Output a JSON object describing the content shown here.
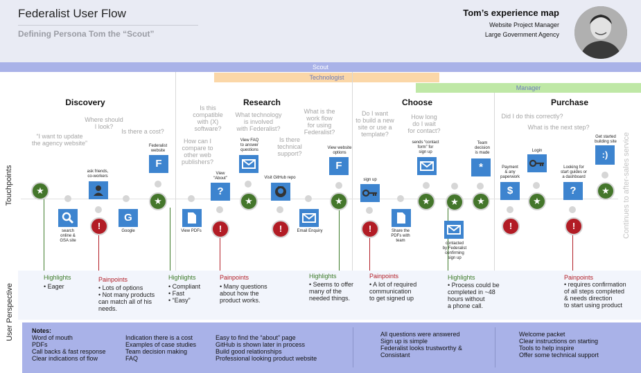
{
  "header": {
    "title": "Federalist User Flow",
    "subtitle": "Defining Persona Tom the “Scout”",
    "persona_name": "Tom’s experience map",
    "persona_role": "Website Project Manager",
    "persona_org": "Large Government Agency"
  },
  "bands": {
    "scout": "Scout",
    "technologist": "Technologist",
    "manager": "Manager"
  },
  "stages": {
    "discovery": "Discovery",
    "research": "Research",
    "choose": "Choose",
    "purchase": "Purchase"
  },
  "side_labels": {
    "touchpoints": "Touchpoints",
    "user_perspective": "User Perspective",
    "after_sales": "Continues to after-sales service"
  },
  "questions": {
    "update_website": "“I want to update\nthe agency website”",
    "where_look": "Where should\nI look?",
    "is_cost": "Is there a cost?",
    "compatible": "Is this\ncompatible\nwith (X)\nsoftware?",
    "compare": "How can I\ncompare to\nother web\npublishers?",
    "what_tech": "What technology\nis involved\nwith Federalist?",
    "tech_support": "Is there\ntechnical\nsupport?",
    "work_flow": "What is the\nwork flow\nfor using\nFederalist?",
    "build_new": "Do I want\nto build a new\nsite or use a\ntemplate?",
    "how_long": "How long\ndo I wait\nfor contact?",
    "did_correctly": "Did I do this correctly?",
    "next_step": "What is the next step?"
  },
  "touch_labels": {
    "search": "search\nonline &\nGSA site",
    "ask": "ask friends,\nco-workers",
    "google": "Google",
    "fed_site": "Federalist\nwebsite",
    "view_pdfs": "View PDFs",
    "view_about": "View\n“About”",
    "view_faq": "View FAQ\nto answer\nquestions",
    "github": "Visit GitHub repo",
    "email": "Email Enquiry",
    "web_options": "View website\noptions",
    "sign_up": "sign up",
    "share_pdfs": "Share the\nPDFs with\nteam",
    "contact_form": "sends “contact\nform” for\nsign up",
    "contacted": "contacted\nby Federalist\nconfirming\nsign up",
    "team_decision": "Team\ndecision\nis made",
    "payment": "Payment\n& any\npaperwork",
    "login": "Login",
    "guides": "Looking for\nstart guides or\na dashboard",
    "get_started": "Get started\nbuilding site"
  },
  "icons": {
    "search": "search-icon",
    "person": "person-icon",
    "google": "google-icon",
    "federalist": "federalist-icon",
    "document": "document-icon",
    "question": "question-icon",
    "mail": "mail-icon",
    "github": "github-icon",
    "key": "key-icon",
    "asterisk": "asterisk-icon",
    "dollar": "dollar-icon",
    "smiley": "smiley-icon",
    "star": "star-icon",
    "pain": "exclamation-icon"
  },
  "perspective": {
    "highlights_label": "Highlights",
    "painpoints_label": "Painpoints",
    "h1": "• Eager",
    "p1": "• Lots of options\n• Not many products\n  can match all of his\n  needs.",
    "h2": "• Compliant\n• Fast\n• “Easy”",
    "p2": "• Many questions\n  about how the\n  product works.",
    "h3": "• Seems to offer\n  many of the\n  needed things.",
    "p3": "• A lot of required\n  communication\n  to get signed up",
    "h4": "• Process could be\n  completed in ~48\n  hours without\n  a phone call.",
    "p4": "• requires confirmation\n  of all steps completed\n  & needs direction\n  to start using product"
  },
  "notes": {
    "label": "Notes:",
    "c1": "Word of mouth\nPDFs\nCall backs & fast response\nClear indications of flow",
    "c2": "Indication there is a cost\nExamples of case studies\nTeam decision making\nFAQ",
    "c3": "Easy to find the “about” page\nGitHub is shown later in process\nBuild good relationships\nProfessional looking product website",
    "c4": "All questions were answered\nSign up is simple\nFederalist looks trustworthy &\nConsistant",
    "c5": "Welcome packet\nClear instructions on starting\nTools to help inspire\nOffer some technical support"
  },
  "colors": {
    "scout": "#a9b2e8",
    "technologist": "#fbd7a8",
    "manager": "#bfe8a6",
    "highlight": "#3c7a28",
    "painpoint": "#b21c25",
    "icon": "#3d84cf"
  }
}
